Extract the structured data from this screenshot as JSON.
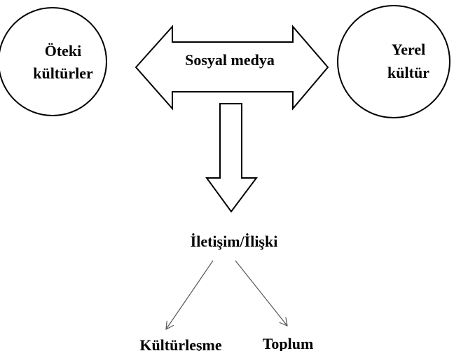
{
  "diagram": {
    "left_node": {
      "line1": "Öteki",
      "line2": "kültürler"
    },
    "right_node": {
      "line1": "Yerel",
      "line2": "kültür"
    },
    "arrow_label": "Sosyal medya",
    "center_node": "İletişim/İlişki",
    "outcomes": {
      "left": "Kültürleşme",
      "right": "Toplum"
    }
  },
  "colors": {
    "stroke": "#000000",
    "fill": "#ffffff",
    "thin_arrow": "#555555"
  }
}
